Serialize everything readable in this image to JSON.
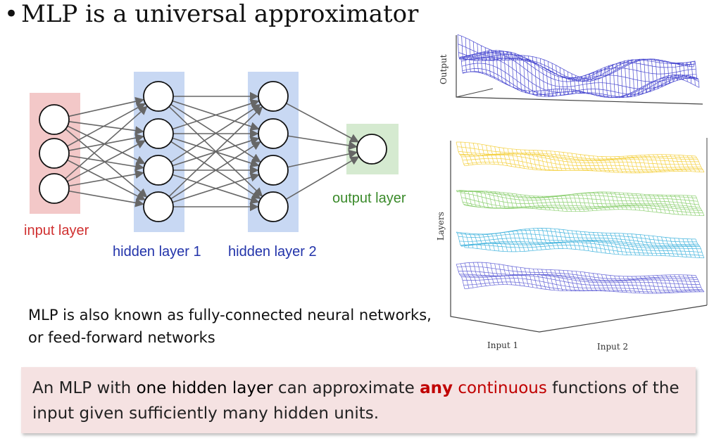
{
  "bullet": {
    "marker": "•",
    "text": "MLP is a universal approximator"
  },
  "network": {
    "input_label": "input layer",
    "hidden1_label": "hidden layer 1",
    "hidden2_label": "hidden layer 2",
    "output_label": "output layer",
    "neurons": {
      "input": 3,
      "hidden1": 4,
      "hidden2": 4,
      "output": 1
    },
    "colors": {
      "input_bg": "#f3c8c8",
      "input_text": "#d03030",
      "hidden_bg": "#c8d8f3",
      "hidden_text": "#2233aa",
      "output_bg": "#d5ead0",
      "output_text": "#3a8a2a",
      "edge": "#666666"
    }
  },
  "description": "MLP is also known as fully-connected neural networks, or feed-forward networks",
  "callout": {
    "part1": "An MLP with ",
    "part2": "one hidden layer",
    "part3": " can approximate ",
    "part4": "any",
    "part5": " continuous",
    "part6": " functions of the input given sufficiently many hidden units.",
    "background": "#f5e2e2"
  },
  "plots": {
    "top": {
      "ylabel": "Output",
      "color": "#2828c8",
      "icon": "wireframe-surface"
    },
    "bottom": {
      "ylabel": "Layers",
      "xlabel1": "Input 1",
      "xlabel2": "Input 2",
      "layer_colors": [
        "#f2c81e",
        "#7ac85a",
        "#25a8d8",
        "#4a4ad0"
      ],
      "icon": "stacked-wireframe-surfaces"
    }
  }
}
